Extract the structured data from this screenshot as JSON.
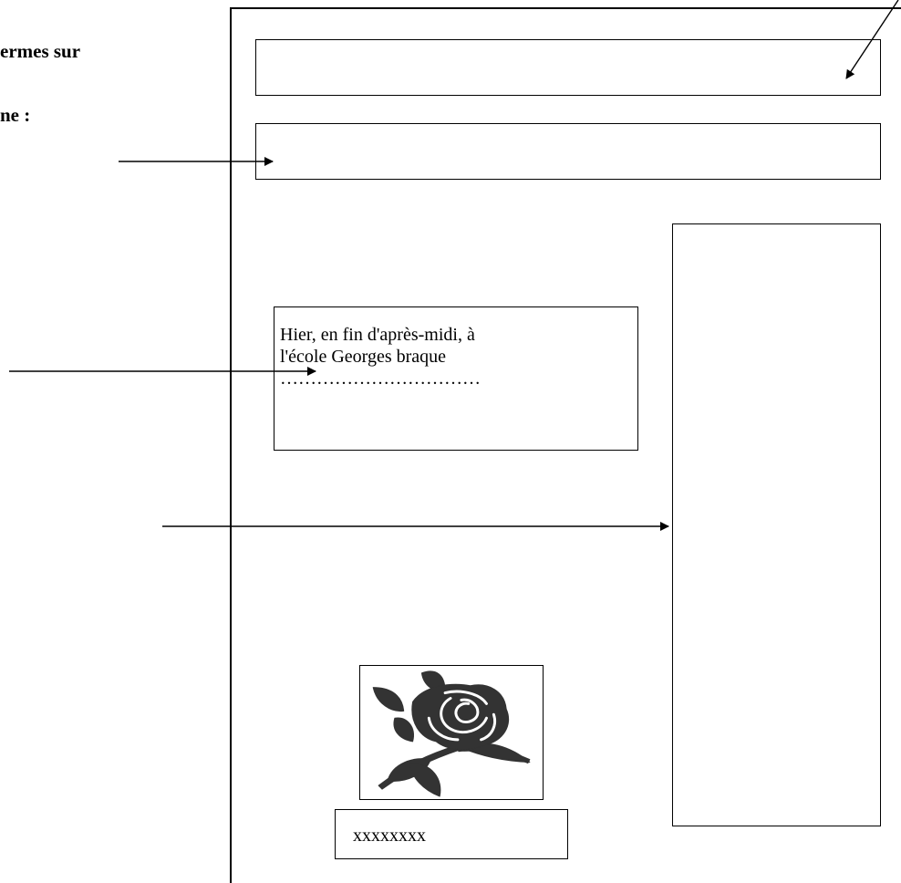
{
  "heading": {
    "line1": "ermes sur",
    "line2": "ne :"
  },
  "article": {
    "text": "Hier, en fin d'après-midi, à\nl'école Georges braque\n……………………………"
  },
  "caption": {
    "text": "xxxxxxxx"
  },
  "icons": {
    "illustration": "rose-illustration",
    "arrows": [
      "arrow-to-title",
      "arrow-to-subtitle",
      "arrow-to-article",
      "arrow-to-column"
    ]
  },
  "colors": {
    "ink": "#000000",
    "rose": "#333333",
    "paper": "#ffffff"
  }
}
